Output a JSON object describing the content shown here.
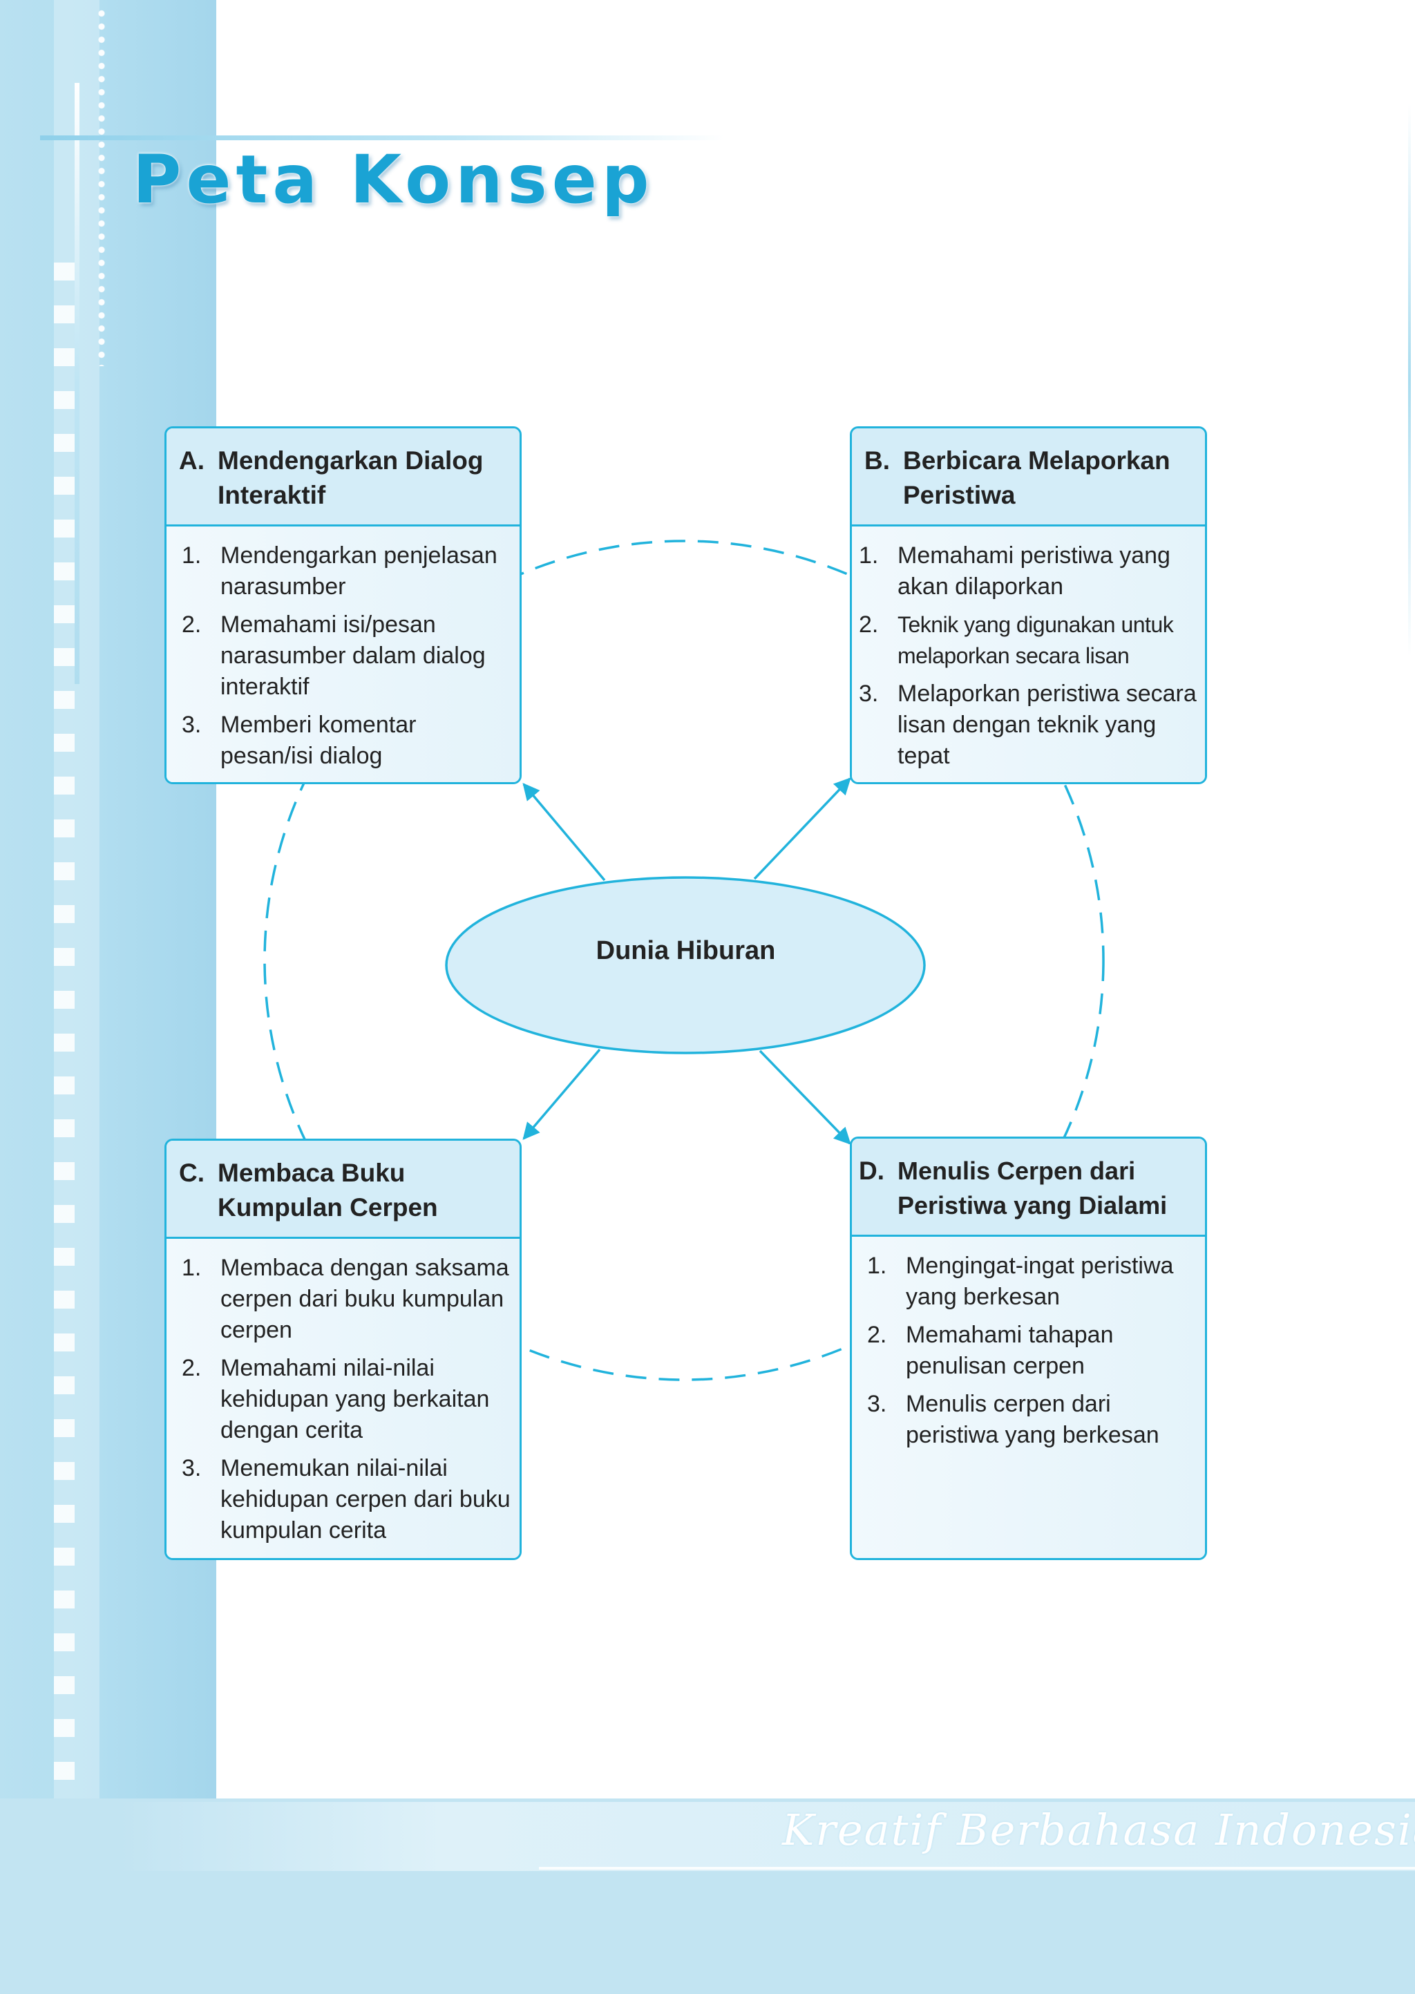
{
  "page": {
    "title": "Peta Konsep",
    "footer": "Kreatif Berbahasa Indonesia"
  },
  "diagram": {
    "center": "Dunia Hiburan",
    "nodes": [
      {
        "letter": "A.",
        "heading": "Mendengarkan Dialog Interaktif",
        "items": [
          {
            "num": "1.",
            "text": "Mendengarkan penjelasan narasumber"
          },
          {
            "num": "2.",
            "text": "Memahami isi/pesan narasumber dalam dialog interaktif"
          },
          {
            "num": "3.",
            "text": "Memberi komentar pesan/isi dialog"
          }
        ]
      },
      {
        "letter": "B.",
        "heading": "Berbicara Melaporkan Peristiwa",
        "items": [
          {
            "num": "1.",
            "text": "Memahami peristiwa yang akan dilaporkan"
          },
          {
            "num": "2.",
            "text": "Teknik yang digunakan untuk melaporkan secara lisan"
          },
          {
            "num": "3.",
            "text": "Melaporkan peristiwa secara lisan dengan teknik yang tepat"
          }
        ]
      },
      {
        "letter": "C.",
        "heading": "Membaca Buku Kumpulan Cerpen",
        "items": [
          {
            "num": "1.",
            "text": "Membaca dengan saksama cerpen dari buku kumpulan cerpen"
          },
          {
            "num": "2.",
            "text": "Memahami nilai-nilai kehidupan yang berkaitan dengan cerita"
          },
          {
            "num": "3.",
            "text": "Menemukan nilai-nilai kehidupan cerpen dari buku kumpulan cerita"
          }
        ]
      },
      {
        "letter": "D.",
        "heading": "Menulis Cerpen dari Peristiwa yang Dialami",
        "items": [
          {
            "num": "1.",
            "text": "Mengingat-ingat peristiwa yang berkesan"
          },
          {
            "num": "2.",
            "text": "Memahami tahapan penulisan cerpen"
          },
          {
            "num": "3.",
            "text": "Menulis cerpen dari peristiwa yang berkesan"
          }
        ]
      }
    ],
    "colors": {
      "line": "#21b3dc",
      "box_fill": "#e6f5fb",
      "ellipse_fill": "#d6eef9"
    }
  }
}
